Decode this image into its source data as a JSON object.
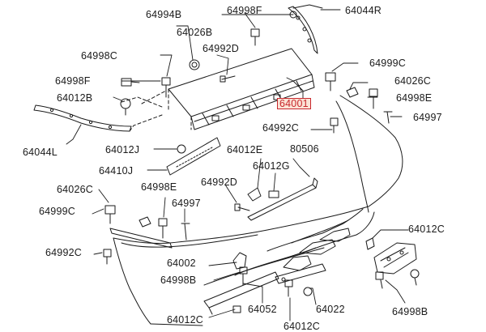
{
  "diagram": {
    "highlighted_part": "64001",
    "part_labels": {
      "p64994B": "64994B",
      "p64998F_top": "64998F",
      "p64044R": "64044R",
      "p64026B": "64026B",
      "p64998C_top": "64998C",
      "p64992D_top": "64992D",
      "p64999C_right": "64999C",
      "p64998F_left": "64998F",
      "p64026C_right": "64026C",
      "p64012B": "64012B",
      "p64001": "64001",
      "p64998E_right": "64998E",
      "p64997_right": "64997",
      "p64992C_right": "64992C",
      "p64044L": "64044L",
      "p64012J": "64012J",
      "p64012E": "64012E",
      "p80506": "80506",
      "p64410J": "64410J",
      "p64012G": "64012G",
      "p64992D_mid": "64992D",
      "p64026C_left": "64026C",
      "p64998E_left": "64998E",
      "p64999C_left": "64999C",
      "p64997_left": "64997",
      "p64012C_right": "64012C",
      "p64992C_left": "64992C",
      "p64002": "64002",
      "p64998B_left": "64998B",
      "p64052": "64052",
      "p64022": "64022",
      "p64998B_right": "64998B",
      "p64012C_bottom": "64012C",
      "p64012C_bottom2": "64012C"
    },
    "colors": {
      "line": "#1a1a1a",
      "highlight_text": "#c8282d",
      "highlight_fill": "#fbe3d6"
    }
  }
}
